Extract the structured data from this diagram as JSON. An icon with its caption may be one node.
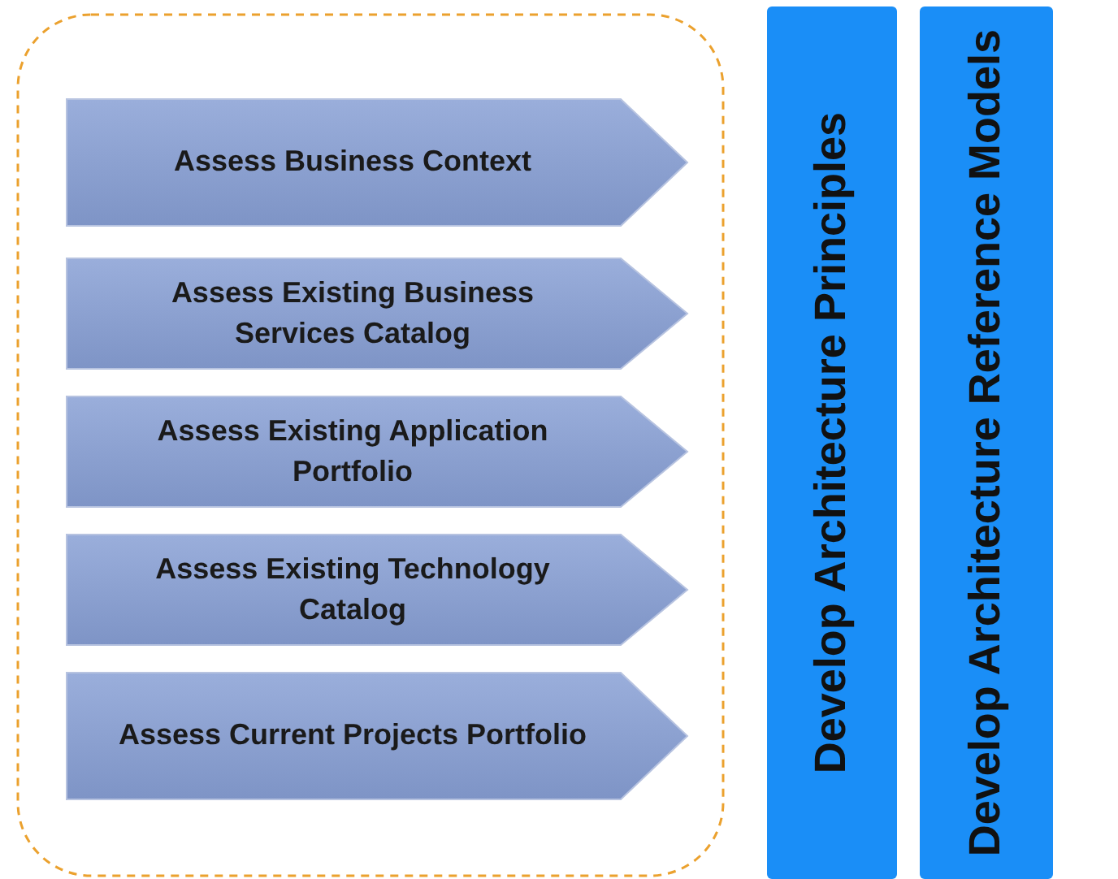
{
  "diagram": {
    "nodes": [
      {
        "text": [],
        "shape": "box"
      },
      {
        "text": [
          "Assess Business Context"
        ],
        "in": 0
      },
      {
        "text": [
          "Assess Existing Business Services Catalog"
        ],
        "in": 0
      },
      {
        "text": [
          "Assess Existing Application Portfolio"
        ],
        "in": 0
      },
      {
        "text": [
          "Assess Existing Technology Catalog"
        ],
        "in": 0
      },
      {
        "text": [
          "Assess Current Projects Portfolio"
        ],
        "in": 0
      },
      {
        "text": [
          "Develop Architecture Principles"
        ]
      },
      {
        "text": [
          "Develop Architecture Reference Models"
        ]
      }
    ]
  }
}
